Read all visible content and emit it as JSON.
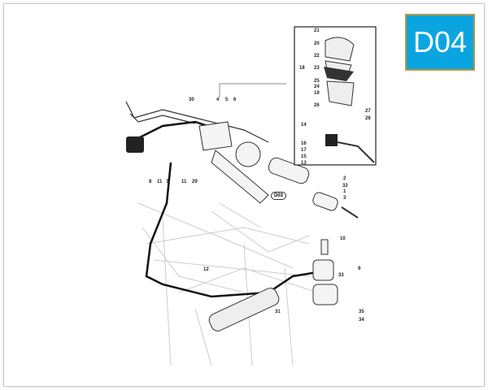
{
  "badge": {
    "code": "D04",
    "background": "#0aa5e0",
    "border": "#b8963a"
  },
  "reference": "D03",
  "labels": {
    "inset": [
      "21",
      "20",
      "22",
      "18",
      "23",
      "25",
      "24",
      "19",
      "26",
      "27",
      "28",
      "14",
      "16",
      "17",
      "15",
      "13"
    ],
    "main": [
      "30",
      "4",
      "5",
      "6",
      "8",
      "11",
      "7",
      "11",
      "29",
      "2",
      "32",
      "1",
      "3",
      "10",
      "9",
      "33",
      "12",
      "31",
      "35",
      "34"
    ]
  }
}
